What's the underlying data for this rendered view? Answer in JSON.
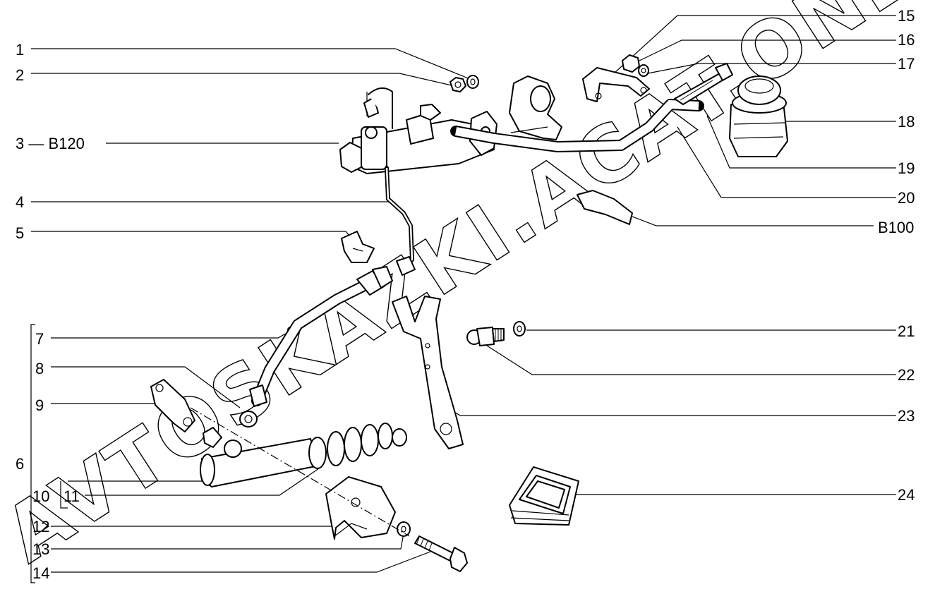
{
  "watermark": "AVTOSKAZKI.ACAT.ONLINE",
  "labels": {
    "l1": "1",
    "l2": "2",
    "l3": "3 — B120",
    "l4": "4",
    "l5": "5",
    "l6": "6",
    "l7": "7",
    "l8": "8",
    "l9": "9",
    "l10": "10",
    "l11": "11",
    "l12": "12",
    "l13": "13",
    "l14": "14",
    "l15": "15",
    "l16": "16",
    "l17": "17",
    "l18": "18",
    "l19": "19",
    "l20": "20",
    "lb100": "B100",
    "l21": "21",
    "l22": "22",
    "l23": "23",
    "l24": "24"
  }
}
